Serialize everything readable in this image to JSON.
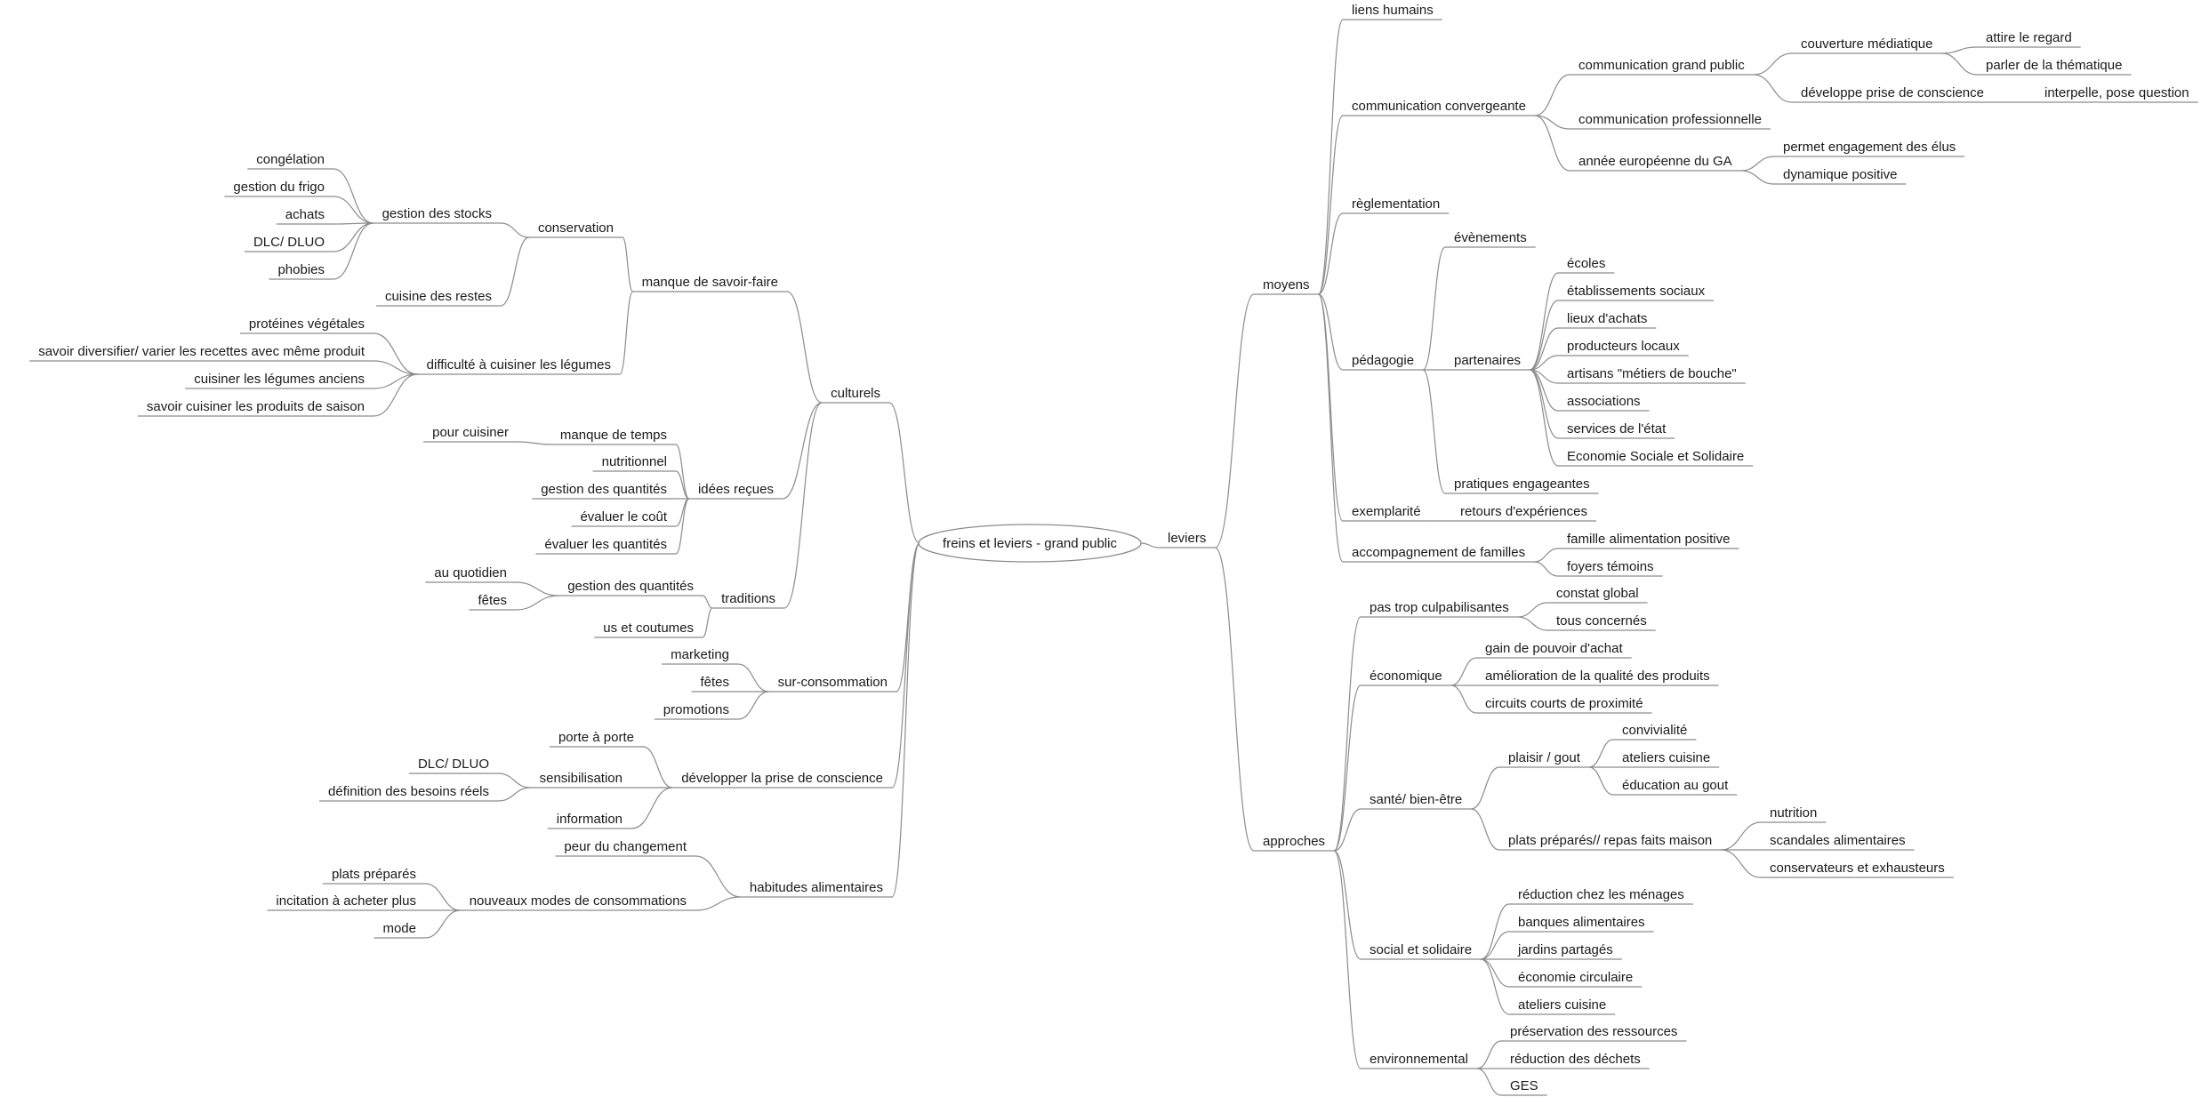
{
  "root": "freins et leviers - grand public",
  "left": [
    {
      "label": "culturels",
      "children": [
        {
          "label": "manque de savoir-faire",
          "children": [
            {
              "label": "conservation",
              "children": [
                {
                  "label": "gestion des stocks",
                  "children": [
                    {
                      "label": "congélation"
                    },
                    {
                      "label": "gestion du frigo"
                    },
                    {
                      "label": "achats"
                    },
                    {
                      "label": "DLC/ DLUO"
                    },
                    {
                      "label": "phobies"
                    }
                  ]
                },
                {
                  "label": "cuisine des restes"
                }
              ]
            },
            {
              "label": "difficulté à cuisiner les légumes",
              "children": [
                {
                  "label": "protéines végétales"
                },
                {
                  "label": "savoir diversifier/ varier les recettes avec même produit"
                },
                {
                  "label": "cuisiner les légumes anciens"
                },
                {
                  "label": "savoir cuisiner les produits de saison"
                }
              ]
            }
          ]
        },
        {
          "label": "idées reçues",
          "children": [
            {
              "label": "manque de temps",
              "children": [
                {
                  "label": "pour cuisiner"
                }
              ]
            },
            {
              "label": "nutritionnel"
            },
            {
              "label": "gestion des quantités"
            },
            {
              "label": "évaluer le coût"
            },
            {
              "label": "évaluer les quantités"
            }
          ]
        },
        {
          "label": "traditions",
          "children": [
            {
              "label": "gestion des quantités",
              "children": [
                {
                  "label": "au quotidien"
                },
                {
                  "label": "fêtes"
                }
              ]
            },
            {
              "label": "us et coutumes"
            }
          ]
        }
      ]
    },
    {
      "label": "sur-consommation",
      "children": [
        {
          "label": "marketing"
        },
        {
          "label": "fêtes"
        },
        {
          "label": "promotions"
        }
      ]
    },
    {
      "label": "développer la prise de conscience",
      "children": [
        {
          "label": "porte à porte"
        },
        {
          "label": "sensibilisation",
          "children": [
            {
              "label": "DLC/ DLUO"
            },
            {
              "label": "définition des besoins réels"
            }
          ]
        },
        {
          "label": "information"
        }
      ]
    },
    {
      "label": "habitudes alimentaires",
      "children": [
        {
          "label": "peur du changement"
        },
        {
          "label": "nouveaux modes de consommations",
          "children": [
            {
              "label": "plats préparés"
            },
            {
              "label": "incitation à acheter plus"
            },
            {
              "label": "mode"
            }
          ]
        }
      ]
    }
  ],
  "right": [
    {
      "label": "leviers",
      "children": [
        {
          "label": "moyens",
          "children": [
            {
              "label": "liens humains"
            },
            {
              "label": "communication convergeante",
              "children": [
                {
                  "label": "communication grand public",
                  "children": [
                    {
                      "label": "couverture médiatique",
                      "children": [
                        {
                          "label": "attire le regard"
                        },
                        {
                          "label": "parler de la thématique"
                        }
                      ]
                    },
                    {
                      "label": "développe prise de conscience",
                      "children": [
                        {
                          "label": "interpelle, pose question"
                        }
                      ]
                    }
                  ]
                },
                {
                  "label": "communication professionnelle"
                },
                {
                  "label": "année européenne du GA",
                  "children": [
                    {
                      "label": "permet engagement des élus"
                    },
                    {
                      "label": "dynamique positive"
                    }
                  ]
                }
              ]
            },
            {
              "label": "règlementation"
            },
            {
              "label": "pédagogie",
              "children": [
                {
                  "label": "évènements"
                },
                {
                  "label": "partenaires",
                  "children": [
                    {
                      "label": "écoles"
                    },
                    {
                      "label": "établissements sociaux"
                    },
                    {
                      "label": "lieux d'achats"
                    },
                    {
                      "label": "producteurs locaux"
                    },
                    {
                      "label": "artisans \"métiers de bouche\""
                    },
                    {
                      "label": "associations"
                    },
                    {
                      "label": "services de l'état"
                    },
                    {
                      "label": "Economie Sociale et Solidaire"
                    }
                  ]
                },
                {
                  "label": "pratiques engageantes"
                }
              ]
            },
            {
              "label": "exemplarité",
              "children": [
                {
                  "label": "retours d'expériences"
                }
              ]
            },
            {
              "label": "accompagnement de familles",
              "children": [
                {
                  "label": "famille alimentation positive"
                },
                {
                  "label": "foyers témoins"
                }
              ]
            }
          ]
        },
        {
          "label": "approches",
          "children": [
            {
              "label": "pas trop culpabilisantes",
              "children": [
                {
                  "label": "constat global"
                },
                {
                  "label": "tous concernés"
                }
              ]
            },
            {
              "label": "économique",
              "children": [
                {
                  "label": "gain de pouvoir d'achat"
                },
                {
                  "label": "amélioration de la qualité des produits"
                },
                {
                  "label": "circuits courts de proximité"
                }
              ]
            },
            {
              "label": "santé/ bien-être",
              "children": [
                {
                  "label": "plaisir / gout",
                  "children": [
                    {
                      "label": "convivialité"
                    },
                    {
                      "label": "ateliers cuisine"
                    },
                    {
                      "label": "éducation au gout"
                    }
                  ]
                },
                {
                  "label": "plats préparés// repas faits maison",
                  "children": [
                    {
                      "label": "nutrition"
                    },
                    {
                      "label": "scandales alimentaires"
                    },
                    {
                      "label": "conservateurs et exhausteurs"
                    }
                  ]
                }
              ]
            },
            {
              "label": "social et solidaire",
              "children": [
                {
                  "label": "réduction chez les ménages"
                },
                {
                  "label": "banques alimentaires"
                },
                {
                  "label": "jardins partagés"
                },
                {
                  "label": "économie circulaire"
                },
                {
                  "label": "ateliers cuisine"
                }
              ]
            },
            {
              "label": "environnemental",
              "children": [
                {
                  "label": "préservation des ressources"
                },
                {
                  "label": "réduction des déchets"
                },
                {
                  "label": "GES"
                }
              ]
            }
          ]
        }
      ]
    }
  ]
}
